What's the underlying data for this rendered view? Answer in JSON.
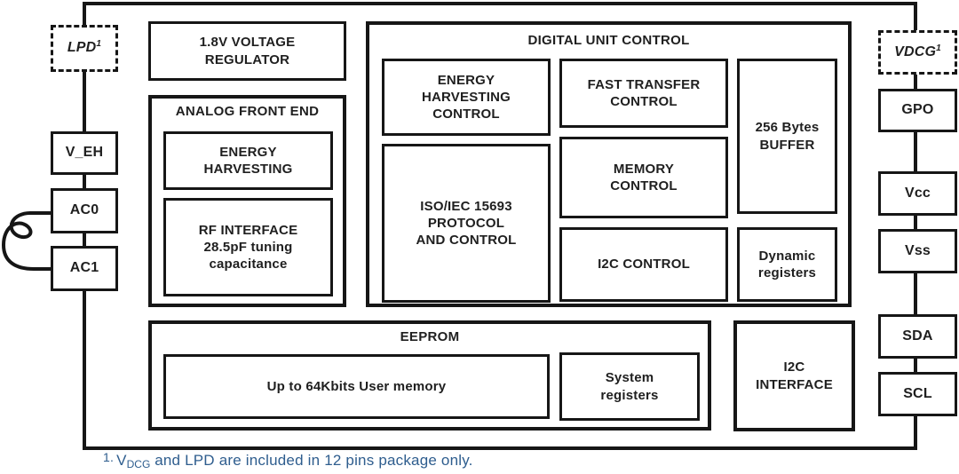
{
  "chip": {
    "left_pins": [
      {
        "label": "LPD",
        "sup": "1"
      },
      {
        "label": "V_EH"
      },
      {
        "label": "AC0"
      },
      {
        "label": "AC1"
      }
    ],
    "right_pins": [
      {
        "label": "VDCG",
        "sup": "1"
      },
      {
        "label": "GPO"
      },
      {
        "label": "Vcc"
      },
      {
        "label": "Vss"
      },
      {
        "label": "SDA"
      },
      {
        "label": "SCL"
      }
    ],
    "blocks": {
      "voltage_regulator": "1.8V VOLTAGE\nREGULATOR",
      "analog_front_end": {
        "label": "ANALOG FRONT END",
        "energy_harvesting": "ENERGY\nHARVESTING",
        "rf_interface": "RF INTERFACE\n28.5pF tuning\ncapacitance"
      },
      "digital_unit": {
        "label": "DIGITAL UNIT CONTROL",
        "energy_harvesting_control": "ENERGY\nHARVESTING\nCONTROL",
        "fast_transfer_control": "FAST TRANSFER\nCONTROL",
        "buffer": "256 Bytes\nBUFFER",
        "iso_protocol": "ISO/IEC 15693\nPROTOCOL\nAND CONTROL",
        "memory_control": "MEMORY\nCONTROL",
        "i2c_control": "I2C CONTROL",
        "dynamic_registers": "Dynamic\nregisters"
      },
      "eeprom": {
        "label": "EEPROM",
        "user_memory": "Up to 64Kbits User memory",
        "system_registers": "System\nregisters"
      },
      "i2c_interface": "I2C\nINTERFACE"
    }
  },
  "footnote": {
    "ref": "1.",
    "pre": "V",
    "sub": "DCG",
    "rest": " and LPD are included in 12 pins package only."
  },
  "colors": {
    "line": "#161616",
    "footnote_blue": "#2e5d8e"
  }
}
